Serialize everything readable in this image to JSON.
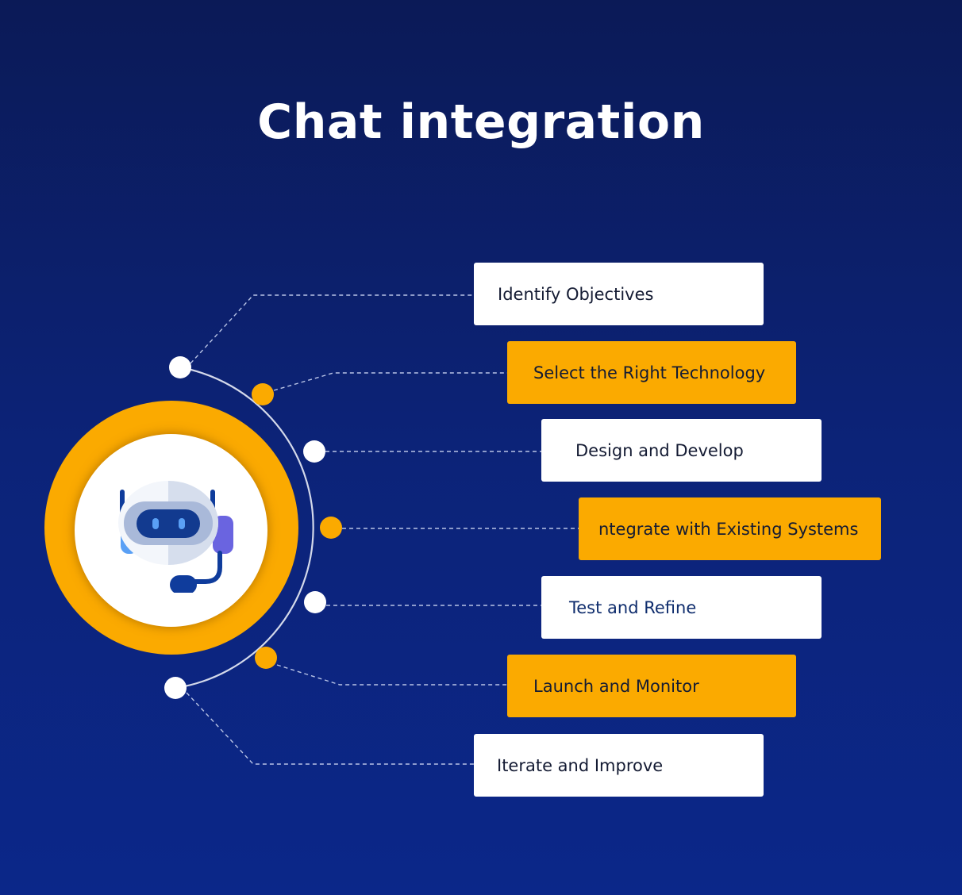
{
  "title": "Chat integration",
  "steps": [
    {
      "label": "Identify Objectives",
      "style": "white"
    },
    {
      "label": "Select the Right Technology",
      "style": "orange"
    },
    {
      "label": "Design and Develop",
      "style": "white"
    },
    {
      "label": "ntegrate with Existing Systems",
      "style": "orange"
    },
    {
      "label": "Test and Refine",
      "style": "white"
    },
    {
      "label": "Launch and Monitor",
      "style": "orange"
    },
    {
      "label": "Iterate and Improve",
      "style": "white"
    }
  ],
  "colors": {
    "background": "#0c2378",
    "accent": "#fbaa00",
    "white": "#ffffff",
    "connector": "#c9d2ee",
    "robot_blue": "#1f5fc8",
    "robot_dark": "#0f2a7a"
  },
  "hub_icon": "chatbot-headset-icon"
}
